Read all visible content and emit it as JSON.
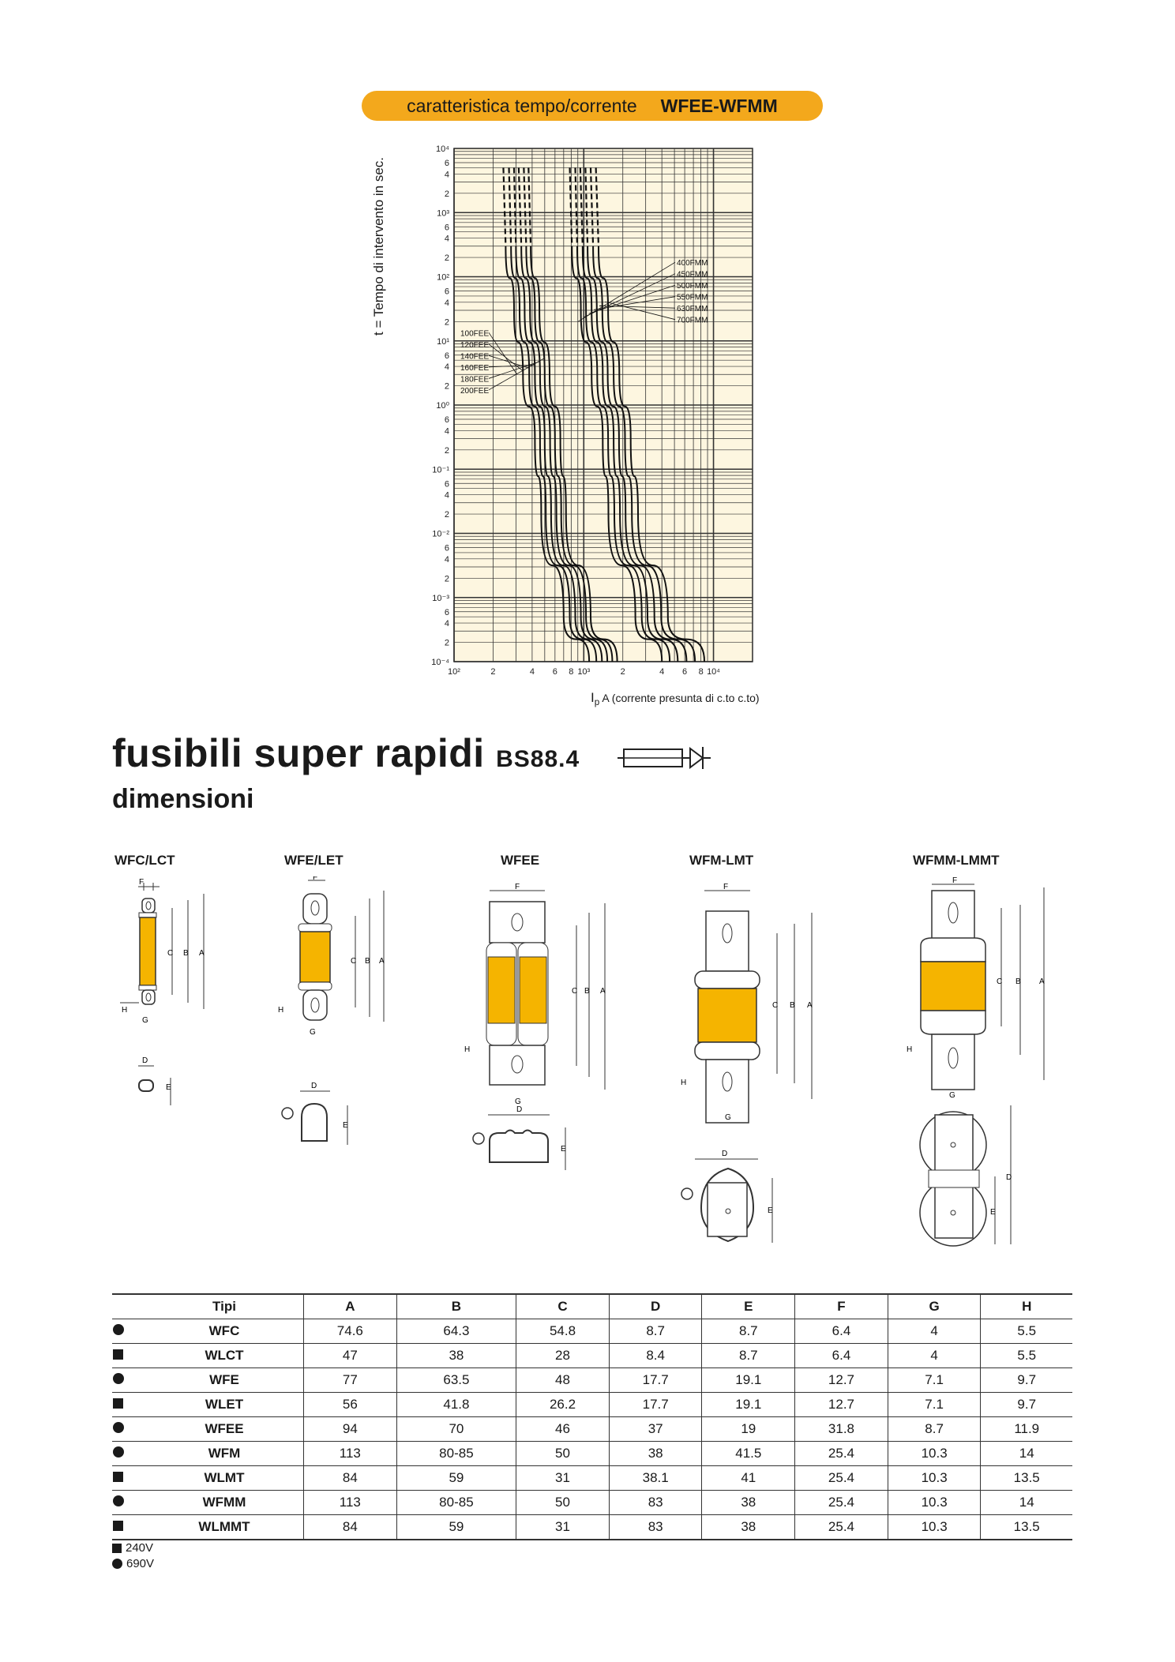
{
  "header": {
    "banner_text": "caratteristica tempo/corrente",
    "banner_model": "WFEE-WFMM"
  },
  "chart_data": {
    "type": "line",
    "scale": "log-log",
    "ylabel": "t = Tempo di intervento in sec.",
    "xlabel_symbol": "I",
    "xlabel_sub": "p",
    "xlabel_rest": "A (corrente presunta di c.to c.to)",
    "xlim": [
      100,
      20000
    ],
    "ylim": [
      0.0001,
      10000
    ],
    "y_decade_labels": [
      "10⁴",
      "10³",
      "10²",
      "10¹",
      "10⁰",
      "10⁻¹",
      "10⁻²",
      "10⁻³",
      "10⁻⁴"
    ],
    "y_minor_labels": [
      "6",
      "4",
      "2"
    ],
    "x_tick_labels": [
      {
        "label": "10²",
        "v": 100
      },
      {
        "label": "2",
        "v": 200
      },
      {
        "label": "4",
        "v": 400
      },
      {
        "label": "6",
        "v": 600
      },
      {
        "label": "8",
        "v": 800
      },
      {
        "label": "10³",
        "v": 1000
      },
      {
        "label": "2",
        "v": 2000
      },
      {
        "label": "4",
        "v": 4000
      },
      {
        "label": "6",
        "v": 6000
      },
      {
        "label": "8",
        "v": 8000
      },
      {
        "label": "10⁴",
        "v": 10000
      }
    ],
    "grid": true,
    "background_color": "#fdf6e0",
    "series": [
      {
        "name": "100FEE",
        "points": [
          [
            240,
            5000
          ],
          [
            250,
            300
          ],
          [
            290,
            30
          ],
          [
            340,
            3
          ],
          [
            420,
            0.3
          ],
          [
            470,
            0.02
          ],
          [
            700,
            0.0005
          ],
          [
            1100,
            0.0001
          ]
        ]
      },
      {
        "name": "120FEE",
        "points": [
          [
            265,
            5000
          ],
          [
            275,
            300
          ],
          [
            320,
            30
          ],
          [
            380,
            3
          ],
          [
            460,
            0.3
          ],
          [
            510,
            0.02
          ],
          [
            780,
            0.0005
          ],
          [
            1250,
            0.0001
          ]
        ]
      },
      {
        "name": "140FEE",
        "points": [
          [
            290,
            5000
          ],
          [
            300,
            300
          ],
          [
            350,
            30
          ],
          [
            420,
            3
          ],
          [
            500,
            0.3
          ],
          [
            560,
            0.02
          ],
          [
            860,
            0.0005
          ],
          [
            1380,
            0.0001
          ]
        ]
      },
      {
        "name": "160FEE",
        "points": [
          [
            315,
            5000
          ],
          [
            330,
            300
          ],
          [
            385,
            30
          ],
          [
            460,
            3
          ],
          [
            550,
            0.3
          ],
          [
            615,
            0.02
          ],
          [
            950,
            0.0005
          ],
          [
            1520,
            0.0001
          ]
        ]
      },
      {
        "name": "180FEE",
        "points": [
          [
            345,
            5000
          ],
          [
            360,
            300
          ],
          [
            420,
            30
          ],
          [
            500,
            3
          ],
          [
            600,
            0.3
          ],
          [
            670,
            0.02
          ],
          [
            1040,
            0.0005
          ],
          [
            1660,
            0.0001
          ]
        ]
      },
      {
        "name": "200FEE",
        "points": [
          [
            375,
            5000
          ],
          [
            390,
            300
          ],
          [
            455,
            30
          ],
          [
            545,
            3
          ],
          [
            660,
            0.3
          ],
          [
            730,
            0.02
          ],
          [
            1130,
            0.0005
          ],
          [
            1810,
            0.0001
          ]
        ]
      },
      {
        "name": "400FMM",
        "points": [
          [
            780,
            5000
          ],
          [
            810,
            300
          ],
          [
            950,
            30
          ],
          [
            1150,
            3
          ],
          [
            1400,
            0.3
          ],
          [
            1550,
            0.02
          ],
          [
            2500,
            0.0005
          ],
          [
            4000,
            0.0001
          ]
        ]
      },
      {
        "name": "450FMM",
        "points": [
          [
            860,
            5000
          ],
          [
            890,
            300
          ],
          [
            1040,
            30
          ],
          [
            1270,
            3
          ],
          [
            1540,
            0.3
          ],
          [
            1720,
            0.02
          ],
          [
            2800,
            0.0005
          ],
          [
            4600,
            0.0001
          ]
        ]
      },
      {
        "name": "500FMM",
        "points": [
          [
            940,
            5000
          ],
          [
            980,
            300
          ],
          [
            1150,
            30
          ],
          [
            1400,
            3
          ],
          [
            1700,
            0.3
          ],
          [
            1900,
            0.02
          ],
          [
            3100,
            0.0005
          ],
          [
            5300,
            0.0001
          ]
        ]
      },
      {
        "name": "550FMM",
        "points": [
          [
            1030,
            5000
          ],
          [
            1070,
            300
          ],
          [
            1260,
            30
          ],
          [
            1530,
            3
          ],
          [
            1870,
            0.3
          ],
          [
            2100,
            0.02
          ],
          [
            3500,
            0.0005
          ],
          [
            6200,
            0.0001
          ]
        ]
      },
      {
        "name": "630FMM",
        "points": [
          [
            1130,
            5000
          ],
          [
            1180,
            300
          ],
          [
            1390,
            30
          ],
          [
            1700,
            3
          ],
          [
            2080,
            0.3
          ],
          [
            2350,
            0.02
          ],
          [
            3950,
            0.0005
          ],
          [
            7200,
            0.0001
          ]
        ]
      },
      {
        "name": "700FMM",
        "points": [
          [
            1240,
            5000
          ],
          [
            1300,
            300
          ],
          [
            1540,
            30
          ],
          [
            1880,
            3
          ],
          [
            2300,
            0.3
          ],
          [
            2620,
            0.02
          ],
          [
            4450,
            0.0005
          ],
          [
            8500,
            0.0001
          ]
        ]
      }
    ]
  },
  "section": {
    "title_main": "fusibili super rapidi",
    "title_std": "BS88.4",
    "subtitle": "dimensioni"
  },
  "drawing_labels": {
    "types": [
      "WFC/LCT",
      "WFE/LET",
      "WFEE",
      "WFM-LMT",
      "WFMM-LMMT"
    ],
    "letters": {
      "A": "A",
      "B": "B",
      "C": "C",
      "D": "D",
      "E": "E",
      "F": "F",
      "G": "G",
      "H": "H"
    },
    "fuse_color": "#f5b400"
  },
  "table": {
    "headers": [
      "Tipi",
      "A",
      "B",
      "C",
      "D",
      "E",
      "F",
      "G",
      "H"
    ],
    "rows": [
      {
        "mark": "dot",
        "tipo": "WFC",
        "values": [
          "74.6",
          "64.3",
          "54.8",
          "8.7",
          "8.7",
          "6.4",
          "4",
          "5.5"
        ]
      },
      {
        "mark": "sq",
        "tipo": "WLCT",
        "values": [
          "47",
          "38",
          "28",
          "8.4",
          "8.7",
          "6.4",
          "4",
          "5.5"
        ]
      },
      {
        "mark": "dot",
        "tipo": "WFE",
        "values": [
          "77",
          "63.5",
          "48",
          "17.7",
          "19.1",
          "12.7",
          "7.1",
          "9.7"
        ]
      },
      {
        "mark": "sq",
        "tipo": "WLET",
        "values": [
          "56",
          "41.8",
          "26.2",
          "17.7",
          "19.1",
          "12.7",
          "7.1",
          "9.7"
        ]
      },
      {
        "mark": "dot",
        "tipo": "WFEE",
        "values": [
          "94",
          "70",
          "46",
          "37",
          "19",
          "31.8",
          "8.7",
          "11.9"
        ]
      },
      {
        "mark": "dot",
        "tipo": "WFM",
        "values": [
          "113",
          "80-85",
          "50",
          "38",
          "41.5",
          "25.4",
          "10.3",
          "14"
        ]
      },
      {
        "mark": "sq",
        "tipo": "WLMT",
        "values": [
          "84",
          "59",
          "31",
          "38.1",
          "41",
          "25.4",
          "10.3",
          "13.5"
        ]
      },
      {
        "mark": "dot",
        "tipo": "WFMM",
        "values": [
          "113",
          "80-85",
          "50",
          "83",
          "38",
          "25.4",
          "10.3",
          "14"
        ]
      },
      {
        "mark": "sq",
        "tipo": "WLMMT",
        "values": [
          "84",
          "59",
          "31",
          "83",
          "38",
          "25.4",
          "10.3",
          "13.5"
        ]
      }
    ]
  },
  "legend": {
    "square_label": "240V",
    "dot_label": "690V"
  }
}
